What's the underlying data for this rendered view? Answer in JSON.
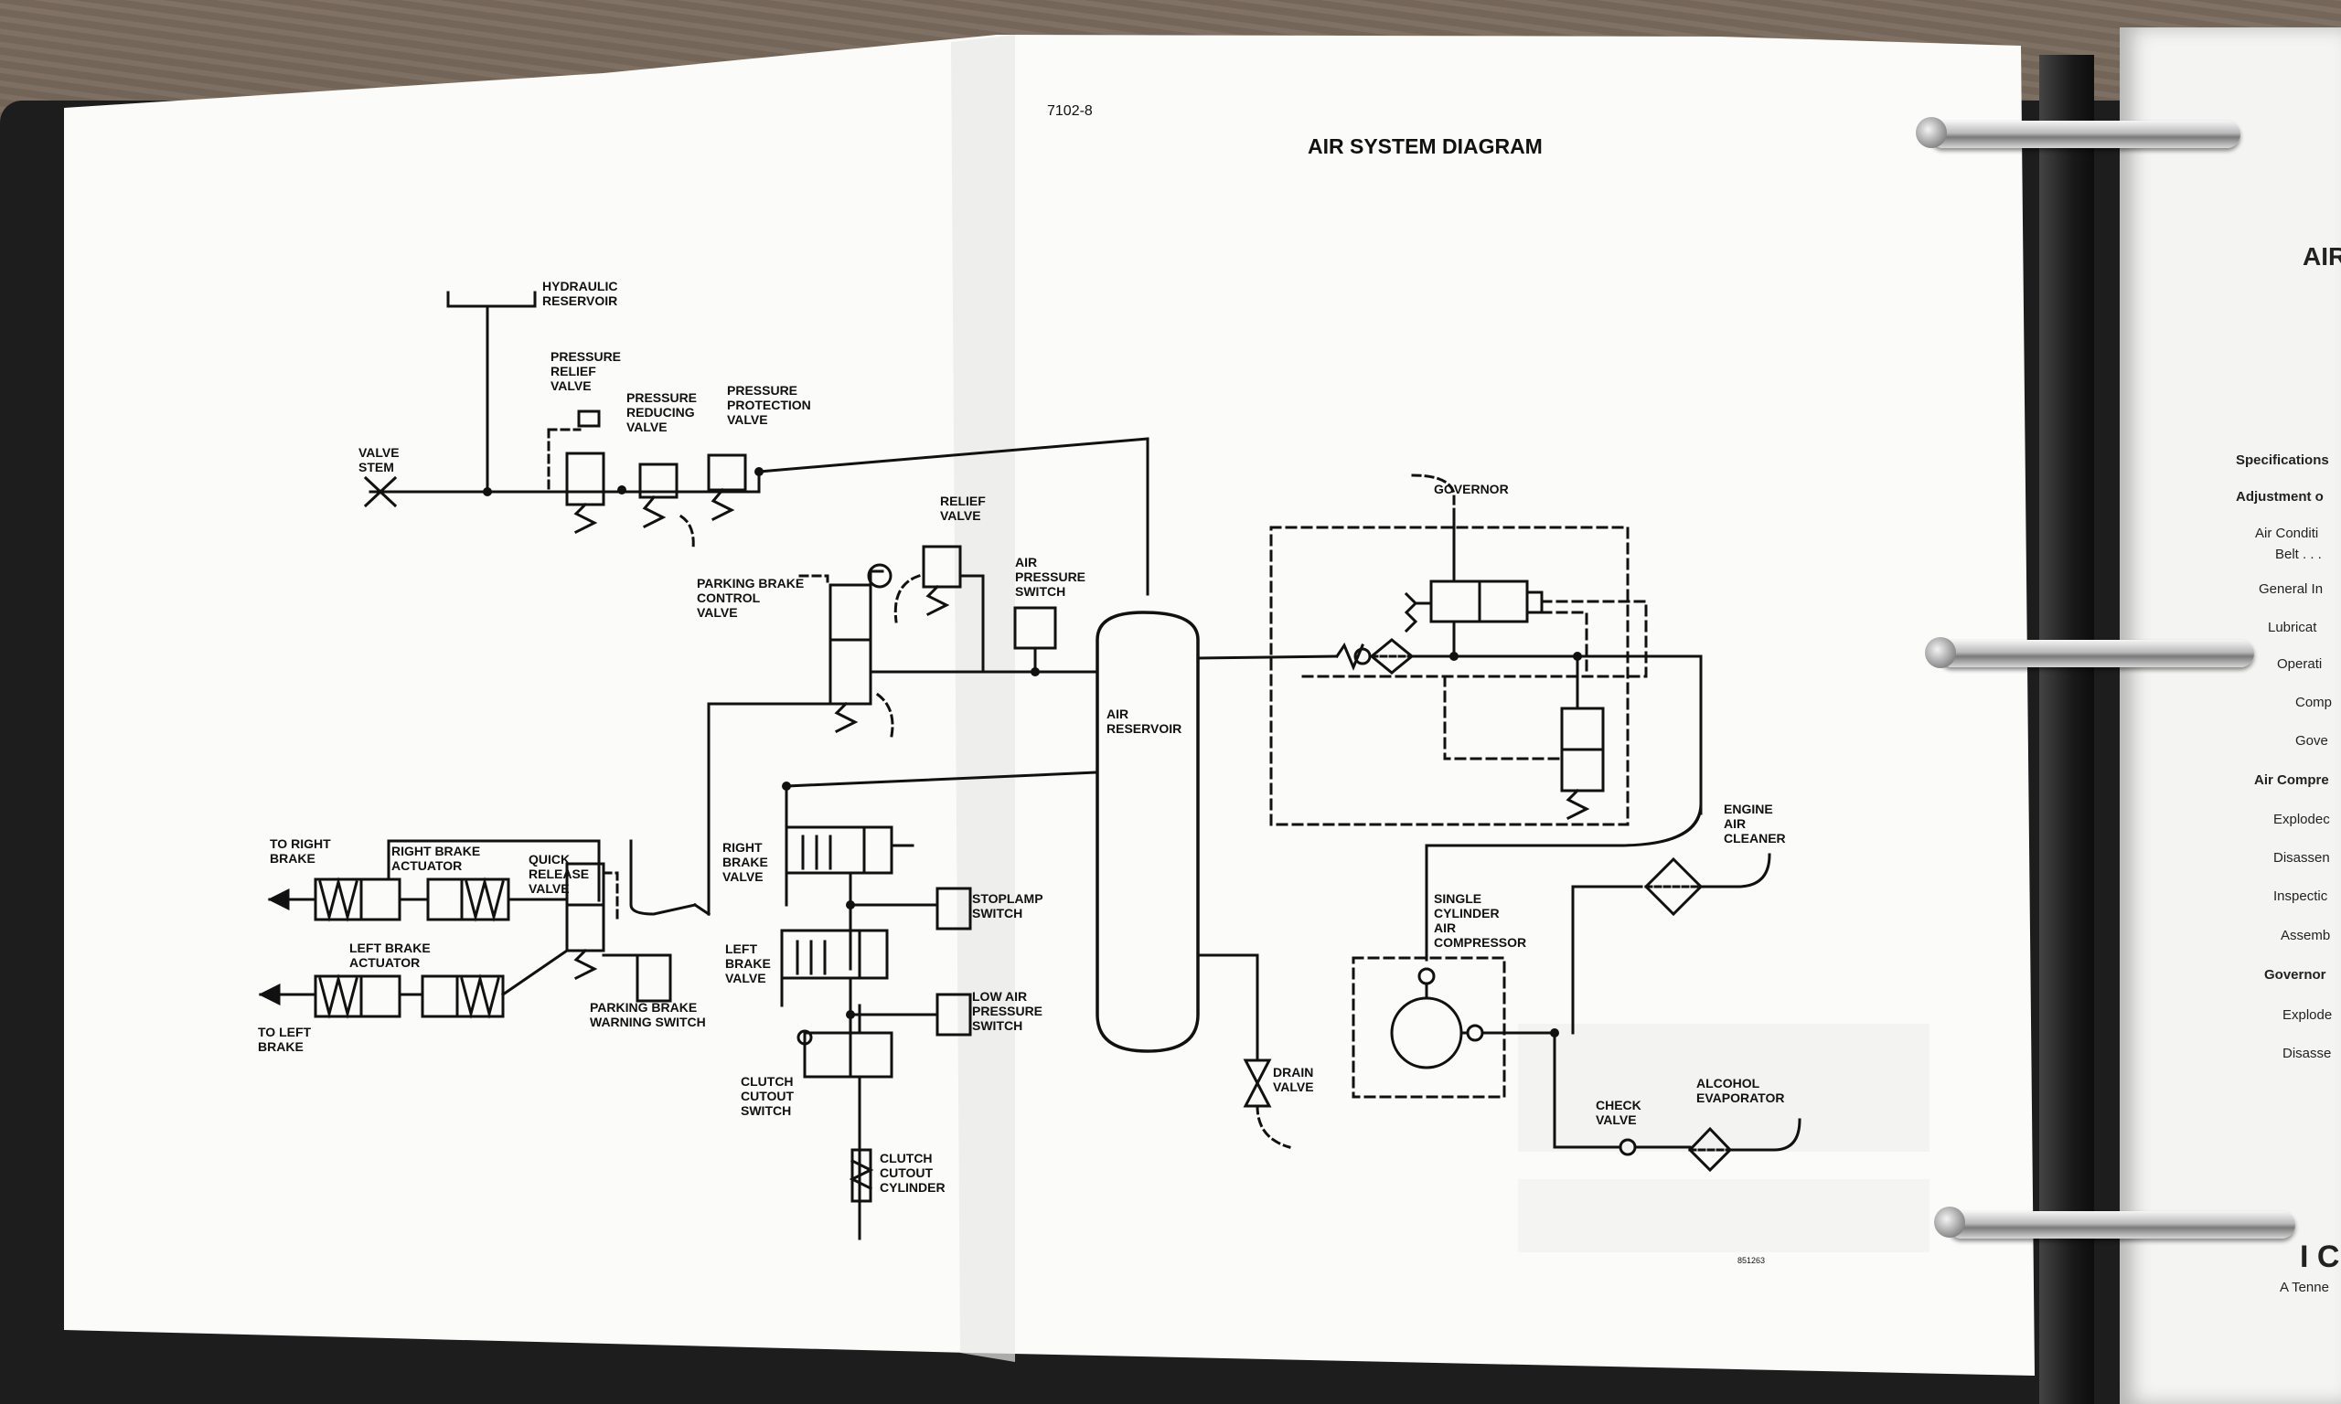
{
  "page_number": "7102-8",
  "title": "AIR SYSTEM DIAGRAM",
  "figure_id": "851263",
  "labels": {
    "hydraulic_reservoir": [
      "HYDRAULIC",
      "RESERVOIR"
    ],
    "pressure_relief_valve": [
      "PRESSURE",
      "RELIEF",
      "VALVE"
    ],
    "pressure_reducing_valve": [
      "PRESSURE",
      "REDUCING",
      "VALVE"
    ],
    "pressure_protection_valve": [
      "PRESSURE",
      "PROTECTION",
      "VALVE"
    ],
    "valve_stem": [
      "VALVE",
      "STEM"
    ],
    "relief_valve": [
      "RELIEF",
      "VALVE"
    ],
    "parking_brake_control_valve": [
      "PARKING BRAKE",
      "CONTROL",
      "VALVE"
    ],
    "air_pressure_switch": [
      "AIR",
      "PRESSURE",
      "SWITCH"
    ],
    "air_reservoir": [
      "AIR",
      "RESERVOIR"
    ],
    "governor": [
      "GOVERNOR"
    ],
    "to_right_brake": [
      "TO RIGHT",
      "BRAKE"
    ],
    "right_brake_actuator": [
      "RIGHT BRAKE",
      "ACTUATOR"
    ],
    "quick_release_valve": [
      "QUICK",
      "RELEASE",
      "VALVE"
    ],
    "right_brake_valve": [
      "RIGHT",
      "BRAKE",
      "VALVE"
    ],
    "stoplamp_switch": [
      "STOPLAMP",
      "SWITCH"
    ],
    "left_brake_actuator": [
      "LEFT BRAKE",
      "ACTUATOR"
    ],
    "left_brake_valve": [
      "LEFT",
      "BRAKE",
      "VALVE"
    ],
    "to_left_brake": [
      "TO LEFT",
      "BRAKE"
    ],
    "parking_brake_warning_switch": [
      "PARKING BRAKE",
      "WARNING SWITCH"
    ],
    "low_air_pressure_switch": [
      "LOW AIR",
      "PRESSURE",
      "SWITCH"
    ],
    "clutch_cutout_switch": [
      "CLUTCH",
      "CUTOUT",
      "SWITCH"
    ],
    "clutch_cutout_cylinder": [
      "CLUTCH",
      "CUTOUT",
      "CYLINDER"
    ],
    "drain_valve": [
      "DRAIN",
      "VALVE"
    ],
    "engine_air_cleaner": [
      "ENGINE",
      "AIR",
      "CLEANER"
    ],
    "single_cylinder_air_compressor": [
      "SINGLE",
      "CYLINDER",
      "AIR",
      "COMPRESSOR"
    ],
    "check_valve": [
      "CHECK",
      "VALVE"
    ],
    "alcohol_evaporator": [
      "ALCOHOL",
      "EVAPORATOR"
    ]
  },
  "next_page": {
    "title": "AIR",
    "toc": [
      {
        "text": "Specifications",
        "bold": true
      },
      {
        "text": "Adjustment o",
        "bold": true
      },
      {
        "text": "Air Conditi",
        "bold": false
      },
      {
        "text": "Belt  . . .",
        "bold": false
      },
      {
        "text": "General In",
        "bold": false
      },
      {
        "text": "Lubricat",
        "bold": false
      },
      {
        "text": "Operati",
        "bold": false
      },
      {
        "text": "Comp",
        "bold": false
      },
      {
        "text": "Gove",
        "bold": false
      },
      {
        "text": "Air Compre",
        "bold": true
      },
      {
        "text": "Explodec",
        "bold": false
      },
      {
        "text": "Disassen",
        "bold": false
      },
      {
        "text": "Inspectic",
        "bold": false
      },
      {
        "text": "Assemb",
        "bold": false
      },
      {
        "text": "Governor",
        "bold": true
      },
      {
        "text": "Explode",
        "bold": false
      },
      {
        "text": "Disasse",
        "bold": false
      }
    ],
    "footer_logo": "I C",
    "footer_text": "A Tenne"
  },
  "colors": {
    "ink": "#111111",
    "paper": "#fbfbfa",
    "binder": "#1d1d1d"
  }
}
